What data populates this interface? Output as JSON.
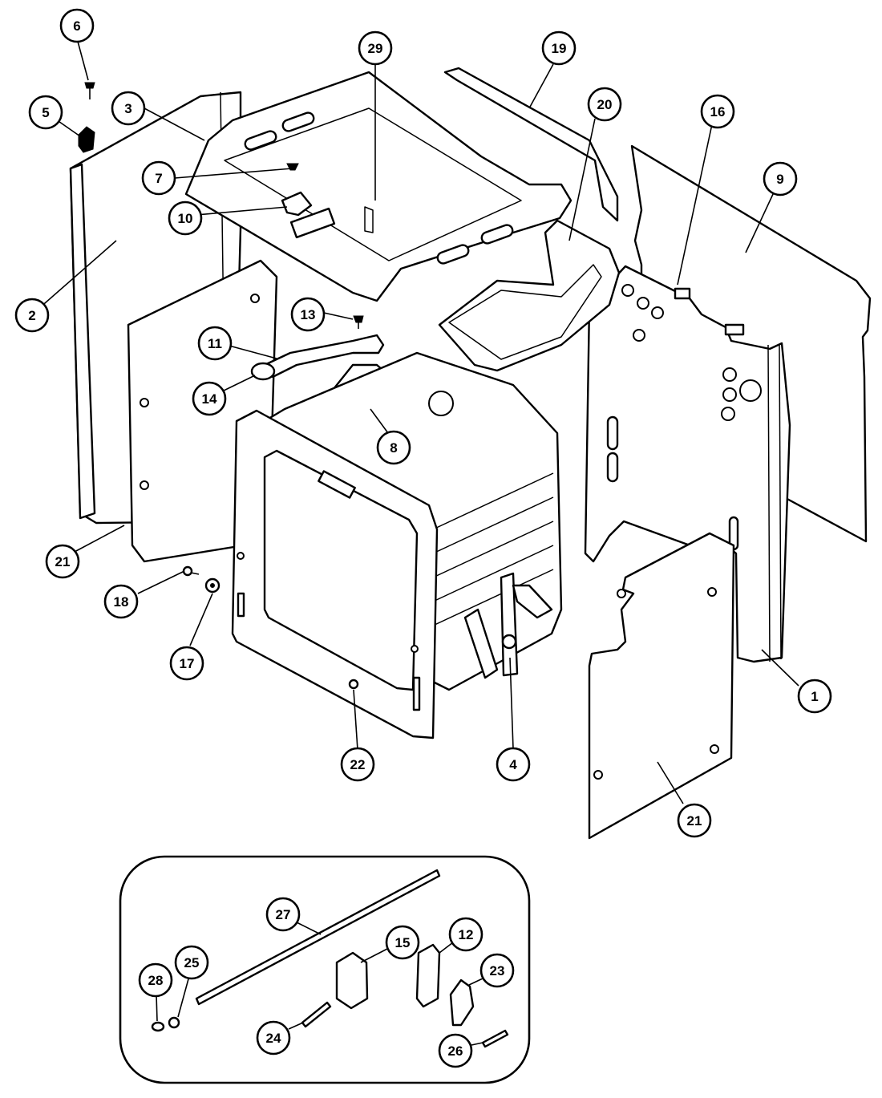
{
  "callouts": [
    {
      "id": "1",
      "label": "1"
    },
    {
      "id": "2",
      "label": "2"
    },
    {
      "id": "3",
      "label": "3"
    },
    {
      "id": "4",
      "label": "4"
    },
    {
      "id": "5",
      "label": "5"
    },
    {
      "id": "6",
      "label": "6"
    },
    {
      "id": "7",
      "label": "7"
    },
    {
      "id": "8",
      "label": "8"
    },
    {
      "id": "9",
      "label": "9"
    },
    {
      "id": "10",
      "label": "10"
    },
    {
      "id": "11",
      "label": "11"
    },
    {
      "id": "12",
      "label": "12"
    },
    {
      "id": "13",
      "label": "13"
    },
    {
      "id": "14",
      "label": "14"
    },
    {
      "id": "15",
      "label": "15"
    },
    {
      "id": "16",
      "label": "16"
    },
    {
      "id": "17",
      "label": "17"
    },
    {
      "id": "18",
      "label": "18"
    },
    {
      "id": "19",
      "label": "19"
    },
    {
      "id": "20",
      "label": "20"
    },
    {
      "id": "21a",
      "label": "21"
    },
    {
      "id": "21b",
      "label": "21"
    },
    {
      "id": "22",
      "label": "22"
    },
    {
      "id": "23",
      "label": "23"
    },
    {
      "id": "24",
      "label": "24"
    },
    {
      "id": "25",
      "label": "25"
    },
    {
      "id": "26",
      "label": "26"
    },
    {
      "id": "27",
      "label": "27"
    },
    {
      "id": "28",
      "label": "28"
    },
    {
      "id": "29",
      "label": "29"
    }
  ]
}
